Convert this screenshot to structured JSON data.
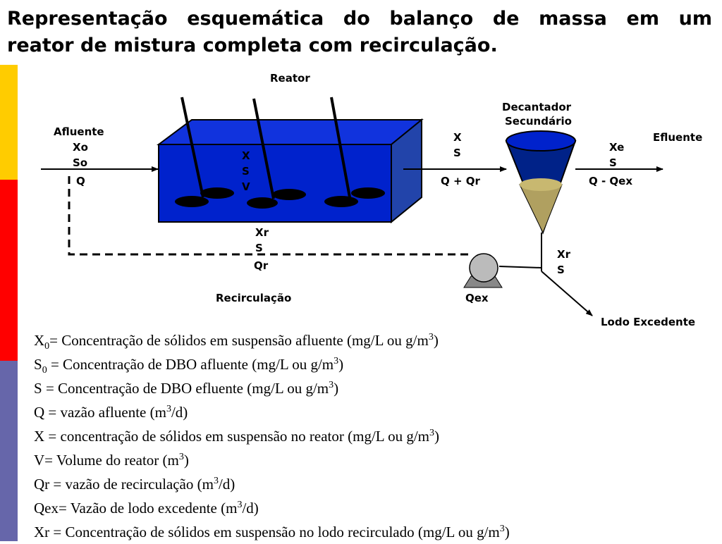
{
  "title": {
    "line1": "Representação esquemática do balanço de massa em um",
    "line2": "reator de mistura completa com recirculação."
  },
  "colors": {
    "bar_top": "#FFCC00",
    "bar_mid": "#FF0000",
    "bar_bottom": "#6666AA",
    "reactor_front": "#0022CC",
    "reactor_top": "#1133DD",
    "reactor_side": "#2244AA",
    "settler_liquid": "#002288",
    "sludge": "#B0A060"
  },
  "diagram": {
    "reactor_label": "Reator",
    "reactor_vars": [
      "X",
      "S",
      "V"
    ],
    "influent": {
      "label": "Afluente",
      "vars": [
        "Xo",
        "So",
        "Q"
      ]
    },
    "to_settler": {
      "vars": [
        "X",
        "S"
      ],
      "flow": "Q + Qr"
    },
    "settler_label": [
      "Decantador",
      "Secundário"
    ],
    "effluent": {
      "label": "Efluente",
      "vars": [
        "Xe",
        "S"
      ],
      "flow": "Q - Qex"
    },
    "recycle": {
      "label": "Recirculação",
      "vars": [
        "Xr",
        "S",
        "Qr"
      ]
    },
    "underflow": {
      "vars": [
        "Xr",
        "S"
      ]
    },
    "pump_label": "Qex",
    "waste_label": "Lodo Excedente"
  },
  "legend": [
    {
      "sym": "X",
      "sub": "0",
      "text": "= Concentração de sólidos em suspensão afluente (mg/L ou g/m",
      "sup": "3",
      "end": ")"
    },
    {
      "sym": "S",
      "sub": "0",
      "text": " = Concentração de DBO afluente (mg/L ou g/m",
      "sup": "3",
      "end": ")"
    },
    {
      "sym": "S",
      "sub": "",
      "text": " = Concentração de DBO efluente (mg/L ou g/m",
      "sup": "3",
      "end": ")"
    },
    {
      "sym": "Q",
      "sub": "",
      "text": " = vazão afluente (m",
      "sup": "3",
      "end": "/d)"
    },
    {
      "sym": "X",
      "sub": "",
      "text": " = concentração de sólidos em suspensão no reator (mg/L ou g/m",
      "sup": "3",
      "end": ")"
    },
    {
      "sym": "V",
      "sub": "",
      "text": "= Volume do reator (m",
      "sup": "3",
      "end": ")"
    },
    {
      "sym": "Qr",
      "sub": "",
      "text": " = vazão de recirculação (m",
      "sup": "3",
      "end": "/d)"
    },
    {
      "sym": "Qex",
      "sub": "",
      "text": "= Vazão de lodo excedente (m",
      "sup": "3",
      "end": "/d)"
    },
    {
      "sym": "Xr",
      "sub": "",
      "text": " = Concentração de sólidos em suspensão no lodo recirculado (mg/L ou g/m",
      "sup": "3",
      "end": ")"
    }
  ]
}
